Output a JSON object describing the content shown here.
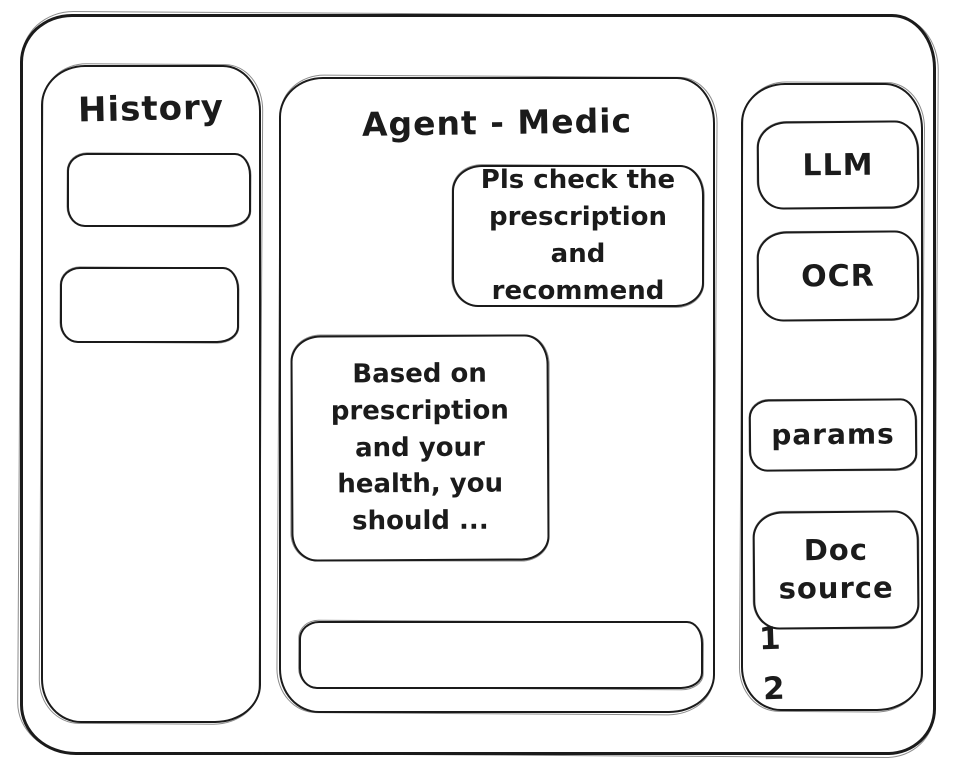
{
  "history_panel": {
    "title": "History",
    "items": [
      {
        "label": ""
      },
      {
        "label": ""
      }
    ]
  },
  "chat_panel": {
    "title": "Agent - Medic",
    "messages": [
      {
        "role": "user",
        "text": "Pls check the prescription and recommend"
      },
      {
        "role": "assistant",
        "text": "Based on prescription and your health, you should ..."
      }
    ],
    "input": {
      "value": "",
      "placeholder": ""
    }
  },
  "tools_panel": {
    "buttons": [
      {
        "label": "LLM"
      },
      {
        "label": "OCR"
      },
      {
        "label": "params"
      },
      {
        "label": "Doc source"
      }
    ],
    "doc_source_list": [
      "1",
      "2"
    ]
  },
  "colors": {
    "ink": "#1b1b1b",
    "canvas": "#ffffff"
  }
}
